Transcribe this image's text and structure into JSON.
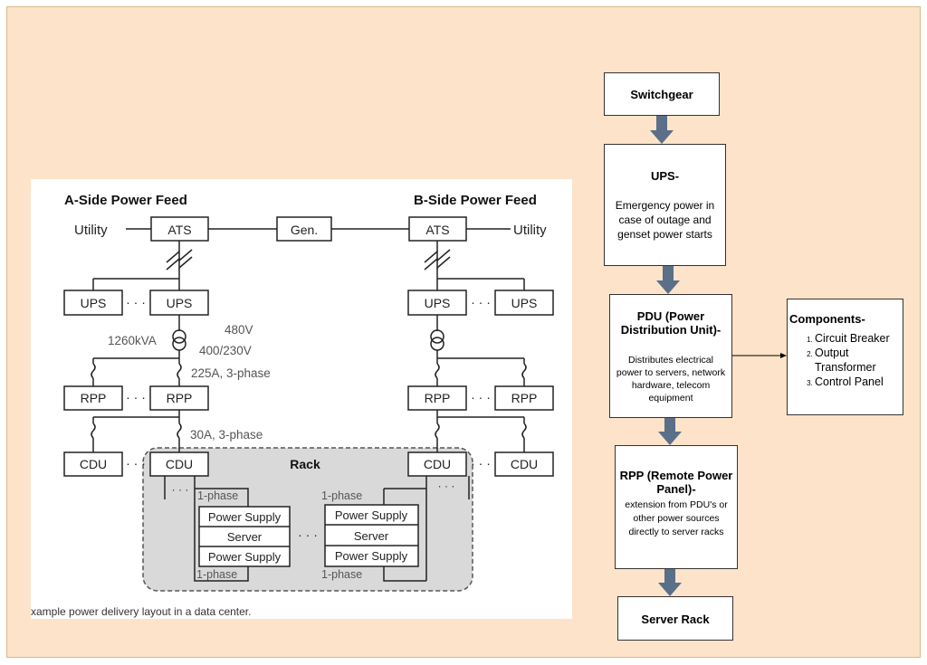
{
  "figure": {
    "a_side_title": "A-Side Power Feed",
    "b_side_title": "B-Side Power Feed",
    "utility": "Utility",
    "ats": "ATS",
    "gen": "Gen.",
    "ups": "UPS",
    "rpp": "RPP",
    "cdu": "CDU",
    "dots": "· · ·",
    "rating_kva": "1260kVA",
    "voltage_in": "480V",
    "voltage_out": "400/230V",
    "rpp_feed": "225A, 3-phase",
    "cdu_feed": "30A, 3-phase",
    "rack": "Rack",
    "one_phase": "1-phase",
    "power_supply": "Power Supply",
    "server": "Server",
    "caption": "xample power delivery layout in a data center."
  },
  "flow": {
    "switchgear": "Switchgear",
    "ups_title": "UPS-",
    "ups_desc": "Emergency power in case of outage and genset power starts",
    "pdu_title": "PDU (Power Distribution Unit)-",
    "pdu_desc": "Distributes electrical power to servers, network hardware, telecom equipment",
    "rpp_title": "RPP (Remote Power Panel)-",
    "rpp_desc": "extension from PDU's or other power sources directly to server racks",
    "server_rack": "Server Rack"
  },
  "components": {
    "title": "Components-",
    "items": [
      "Circuit Breaker",
      "Output Transformer",
      "Control Panel"
    ]
  },
  "colors": {
    "background": "#fde3c9",
    "arrow": "#5a6f88",
    "rack_fill": "#d9d9d9"
  }
}
